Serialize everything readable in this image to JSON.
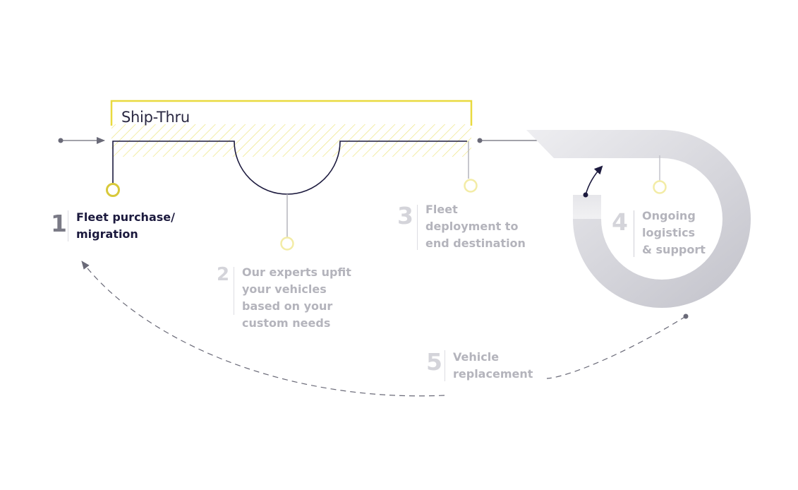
{
  "ship_thru_label": "Ship-Thru",
  "steps": [
    {
      "number": "1",
      "lines": [
        "Fleet purchase/",
        "migration"
      ]
    },
    {
      "number": "2",
      "lines": [
        "Our experts upfit",
        "your vehicles",
        "based on your",
        "custom needs"
      ]
    },
    {
      "number": "3",
      "lines": [
        "Fleet",
        "deployment to",
        "end destination"
      ]
    },
    {
      "number": "4",
      "lines": [
        "Ongoing",
        "logistics",
        "& support"
      ]
    },
    {
      "number": "5",
      "lines": [
        "Vehicle",
        "replacement"
      ]
    }
  ],
  "colors": {
    "accent_yellow": "#e9da3f",
    "dark_navy": "#1c1a3e",
    "muted_text": "#b4b4bc",
    "gray_line": "#6a6a78"
  }
}
